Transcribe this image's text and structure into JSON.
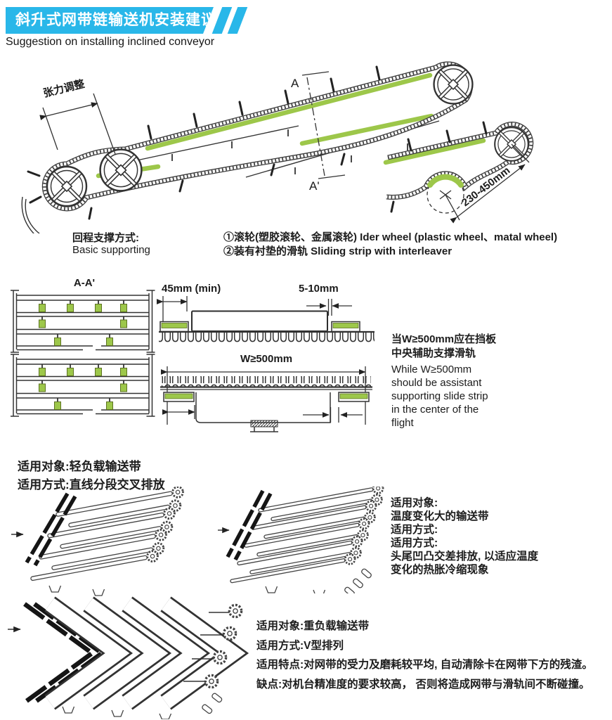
{
  "header": {
    "title_zh": "斜升式网带链输送机安装建议",
    "subtitle_en": "Suggestion on installing inclined conveyor"
  },
  "colors": {
    "accent_cyan": "#29b7e9",
    "slide_strip_green": "#9dc74a",
    "line": "#3a3a3a"
  },
  "main_diagram": {
    "tension_adjust_label": "张力调整",
    "section_label_a": "A",
    "section_label_a_prime": "A'",
    "tail_radius_dim": "230-450mm"
  },
  "basic_support": {
    "title_zh": "回程支撑方式:",
    "title_en": "Basic supporting",
    "item1": "①滚轮(塑胶滚轮、金属滚轮) Ider wheel (plastic wheel、matal wheel)",
    "item2": "②装有衬垫的滑轨 Sliding strip with interleaver"
  },
  "cross_sections": {
    "section_label": "A-A'",
    "dim_left": "45mm (min)",
    "dim_gap": "5-10mm",
    "dim_width": "W≥500mm",
    "note_zh_lines": [
      "当W≥500mm应在挡板",
      "中央辅助支撑滑轨"
    ],
    "note_en_lines": [
      "While W≥500mm",
      "should be assistant",
      "supporting slide strip",
      "in the center of the",
      "flight"
    ]
  },
  "light_load": {
    "lines": [
      "适用对象:轻负载输送带",
      "适用方式:直线分段交叉排放"
    ]
  },
  "temperature": {
    "lines": [
      "适用对象:",
      "温度变化大的输送带",
      "适用方式:",
      "适用方式:",
      "头尾凹凸交差排放, 以适应温度",
      "变化的热胀冷缩现象"
    ]
  },
  "heavy_load": {
    "lines": [
      "适用对象:重负载输送带",
      "适用方式:V型排列",
      "适用特点:对网带的受力及磨耗较平均, 自动清除卡在网带下方的残渣。",
      "缺点:对机台精准度的要求较高， 否则将造成网带与滑轨间不断碰撞。"
    ]
  }
}
